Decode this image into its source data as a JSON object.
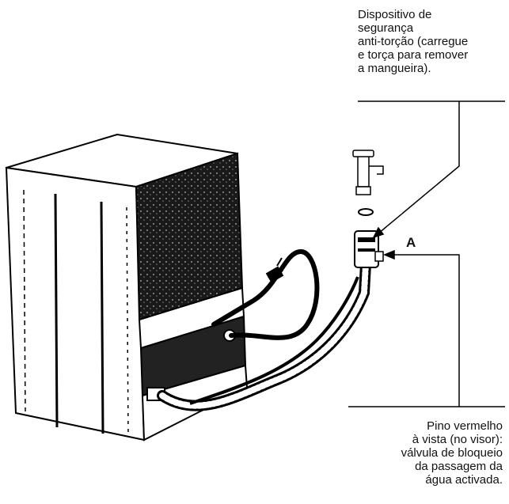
{
  "diagram": {
    "callout_top": "Dispositivo de\nsegurança\nanti-torção (carregue\ne torça para remover\na mangueira).",
    "callout_bottom": "Pino vermelho\nà vista (no visor):\nválvula de bloqueio\nda passagem da\nágua activada.",
    "label_a": "A"
  },
  "colors": {
    "ink": "#111111",
    "paper": "#ffffff"
  }
}
